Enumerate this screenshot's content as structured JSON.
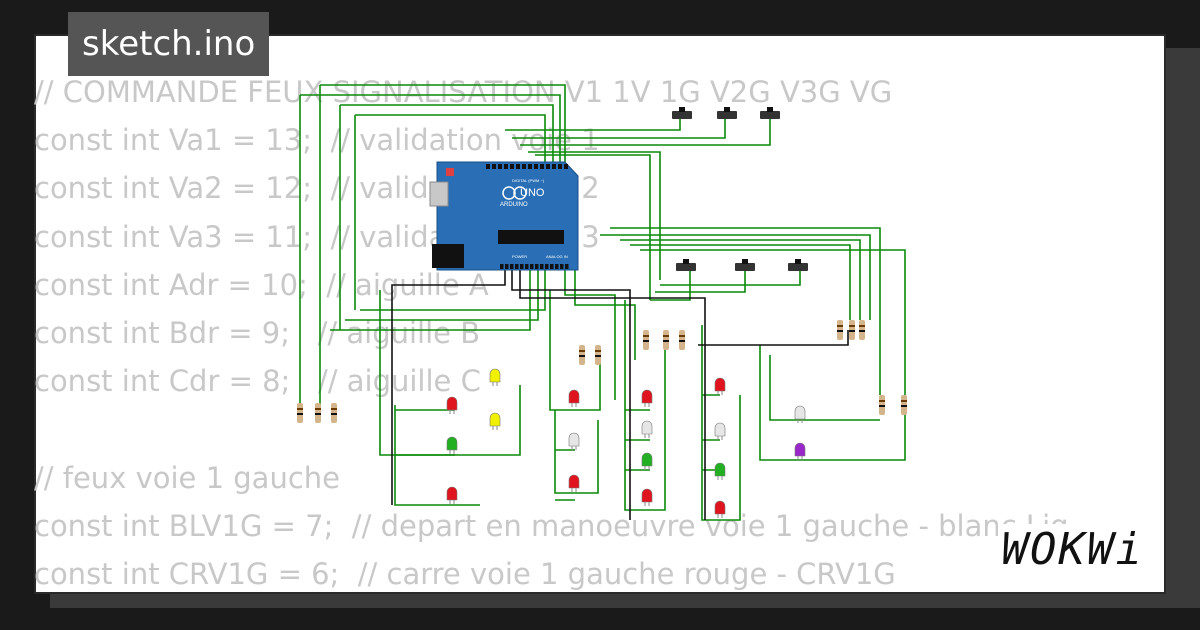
{
  "title": "sketch.ino",
  "brand": "WOKWi",
  "code_lines": [
    "// COMMANDE FEUX SIGNALISATION V1 1V 1G V2G V3G VG",
    "const int Va1 = 13;  // validation voie 1",
    "const int Va2 = 12;  // validation voie 2",
    "const int Va3 = 11;  // validation voie 3",
    "const int Adr = 10;  // aiguille A",
    "const int Bdr = 9;   // aiguille B",
    "const int Cdr = 8;   // aiguille C",
    "",
    "// feux voie 1 gauche",
    "const int BLV1G = 7;  // depart en manoeuvre voie 1 gauche - blanc Lig",
    "const int CRV1G = 6;  // carre voie 1 gauche rouge - CRV1G"
  ],
  "board": {
    "label": "UNO",
    "sublabel": "ARDUINO",
    "digital_label": "DIGITAL (PWM ~)",
    "power_label": "POWER",
    "analog_label": "ANALOG IN"
  },
  "colors": {
    "wire": "#0a8a0a",
    "wire_dark": "#111111",
    "board": "#2a6fb5",
    "led_red": "#e0141e",
    "led_green": "#22b022",
    "led_yellow": "#f0f000",
    "led_white": "#e6e6e6",
    "led_purple": "#9a27c9",
    "code_text": "#c8c8c8"
  }
}
